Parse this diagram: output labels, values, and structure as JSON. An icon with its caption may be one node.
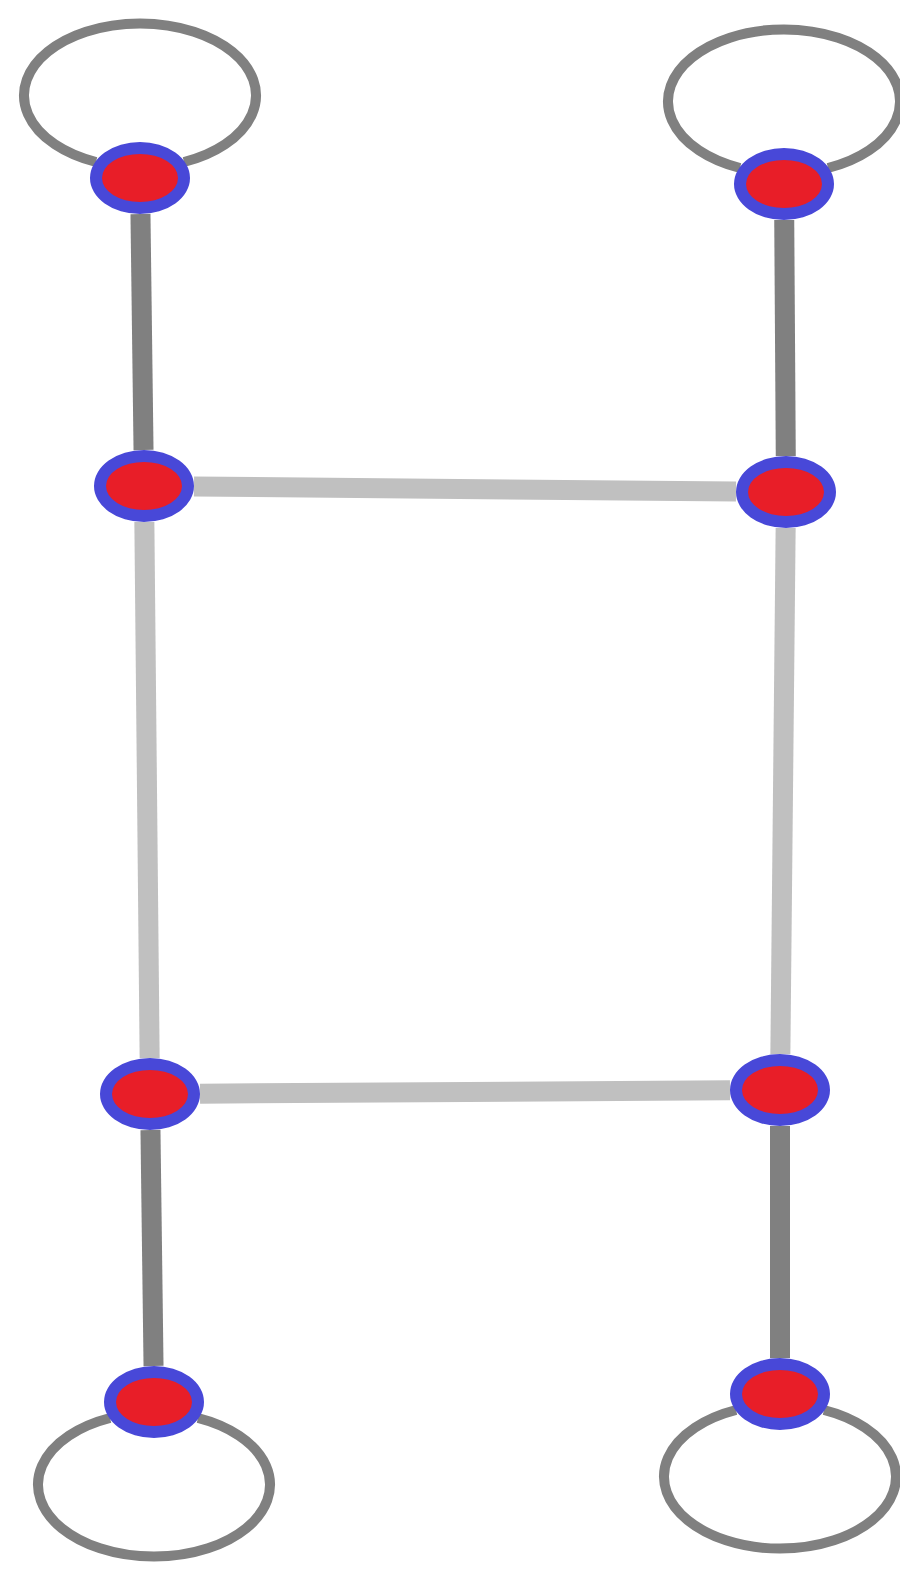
{
  "diagram": {
    "nodes": [
      {
        "text": [],
        "shape": "circle"
      },
      {
        "text": [],
        "shape": "circle"
      },
      {
        "text": [],
        "shape": "circle"
      },
      {
        "text": [],
        "shape": "circle"
      },
      {
        "text": [],
        "shape": "circle"
      },
      {
        "text": [],
        "shape": "circle"
      },
      {
        "text": [],
        "shape": "circle"
      },
      {
        "text": [],
        "shape": "circle"
      }
    ],
    "edges": [
      {
        "from": 0,
        "to": 0,
        "arrow": "none"
      },
      {
        "from": 1,
        "to": 1,
        "arrow": "none"
      },
      {
        "from": 0,
        "to": 2,
        "arrow": "none"
      },
      {
        "from": 1,
        "to": 3,
        "arrow": "none"
      },
      {
        "from": 2,
        "to": 3,
        "arrow": "none",
        "color": "#c0c0c0"
      },
      {
        "from": 2,
        "to": 4,
        "arrow": "none",
        "color": "#c0c0c0"
      },
      {
        "from": 3,
        "to": 5,
        "arrow": "none",
        "color": "#c0c0c0"
      },
      {
        "from": 4,
        "to": 5,
        "arrow": "none",
        "color": "#c0c0c0"
      },
      {
        "from": 4,
        "to": 6,
        "arrow": "none"
      },
      {
        "from": 5,
        "to": 7,
        "arrow": "none"
      },
      {
        "from": 6,
        "to": 6,
        "arrow": "none"
      },
      {
        "from": 7,
        "to": 7,
        "arrow": "none"
      }
    ]
  }
}
